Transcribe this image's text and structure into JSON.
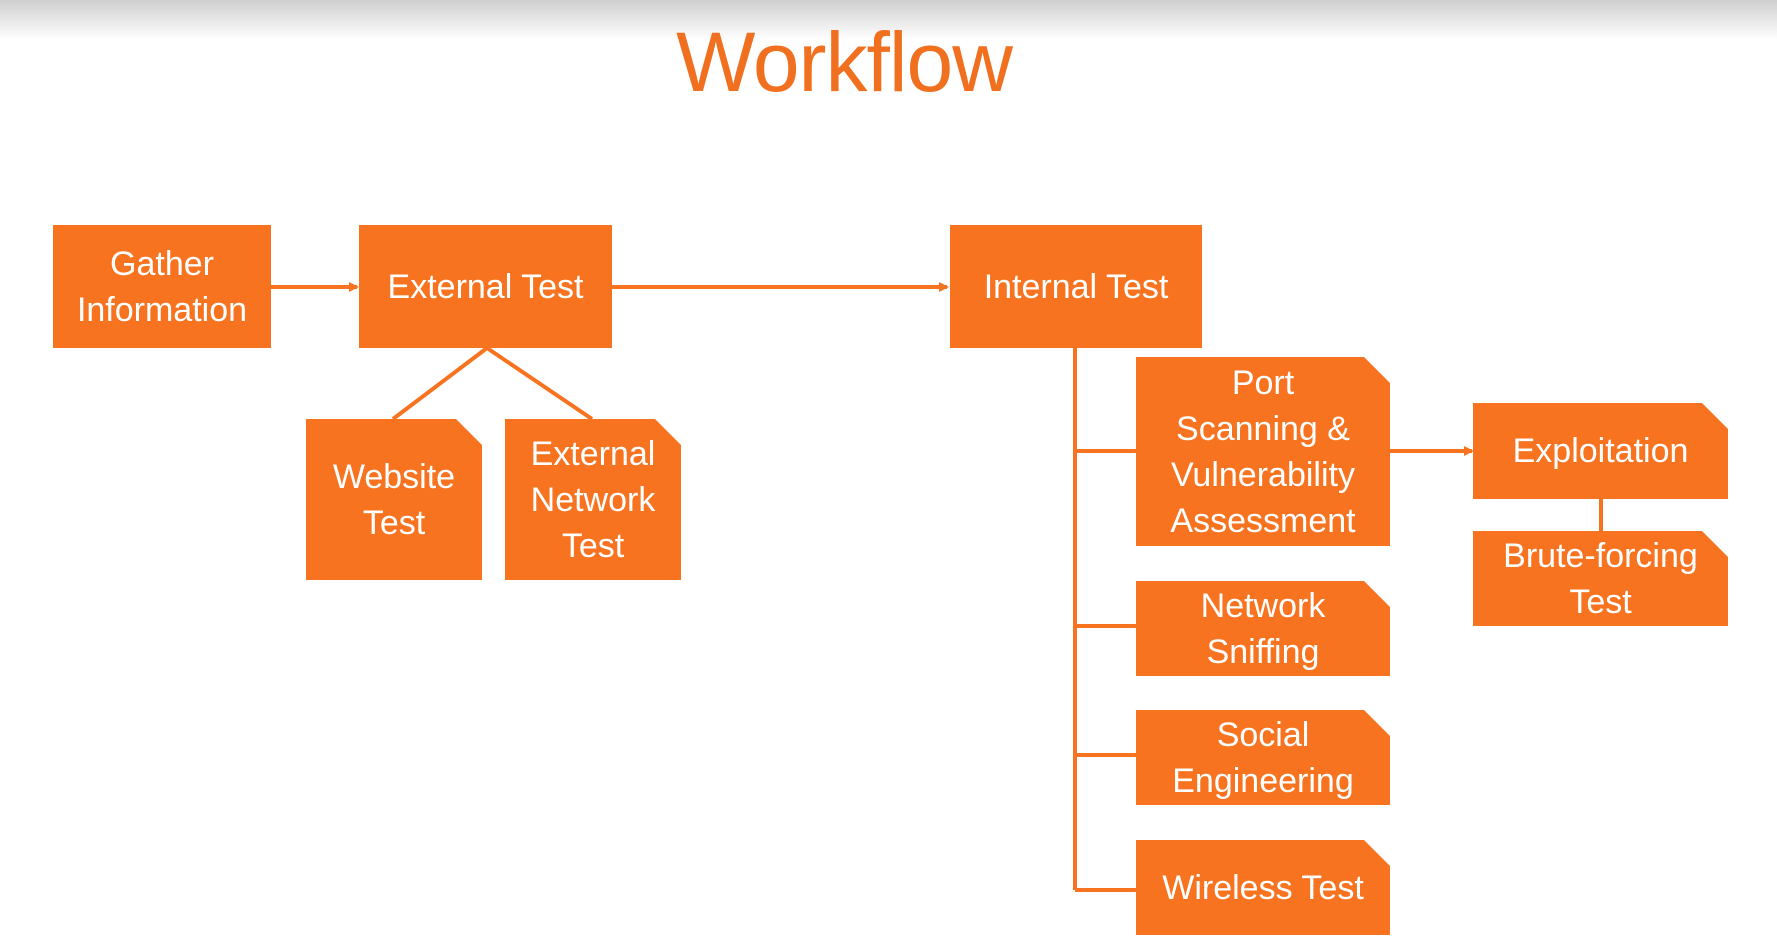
{
  "title": "Workflow",
  "colors": {
    "title": "#f07020",
    "box_fill": "#f7731f",
    "box_text": "#ffffff",
    "connector": "#f7731f"
  },
  "nodes": {
    "gather_information": "Gather\nInformation",
    "external_test": "External Test",
    "website_test": "Website\nTest",
    "external_network_test": "External\nNetwork\nTest",
    "internal_test": "Internal Test",
    "port_scanning": "Port\nScanning &\nVulnerability\nAssessment",
    "network_sniffing": "Network\nSniffing",
    "social_engineering": "Social\nEngineering",
    "wireless_test": "Wireless Test",
    "exploitation": "Exploitation",
    "brute_forcing": "Brute-forcing\nTest"
  }
}
